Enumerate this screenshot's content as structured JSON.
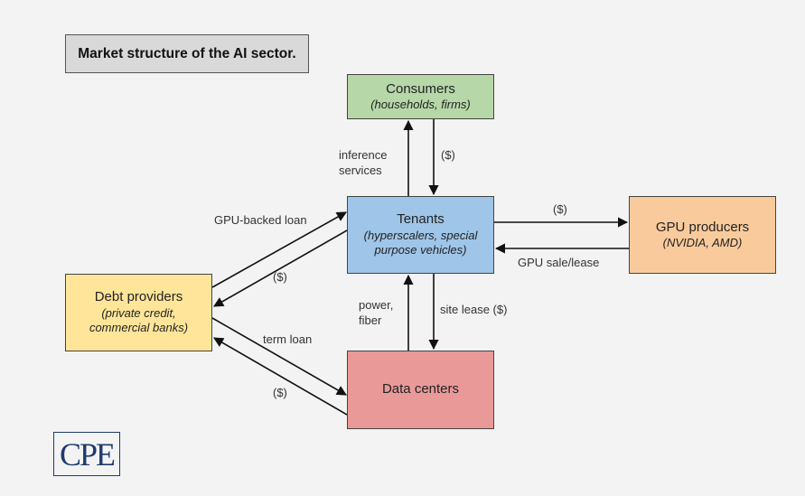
{
  "title": "Market structure of the AI sector.",
  "nodes": {
    "consumers": {
      "name": "Consumers",
      "sub": "(households, firms)"
    },
    "tenants": {
      "name": "Tenants",
      "sub_line1": "(hyperscalers, special",
      "sub_line2": "purpose vehicles)"
    },
    "gpu": {
      "name": "GPU producers",
      "sub": "(NVIDIA, AMD)"
    },
    "debt": {
      "name": "Debt providers",
      "sub_line1": "(private credit,",
      "sub_line2": "commercial banks)"
    },
    "datacenters": {
      "name": "Data centers"
    }
  },
  "edges": {
    "inference_line1": "inference",
    "inference_line2": "services",
    "consumers_pay": "($)",
    "tenants_to_gpu_pay": "($)",
    "gpu_sale_lease": "GPU sale/lease",
    "gpu_backed_loan": "GPU-backed loan",
    "tenants_to_debt_pay": "($)",
    "power_line1": "power,",
    "power_line2": "fiber",
    "site_lease": "site lease ($)",
    "term_loan": "term loan",
    "dc_to_debt_pay": "($)"
  },
  "logo_text": "CPE",
  "colors": {
    "background": "#f3f3f3",
    "consumers": "#b6d7a8",
    "tenants": "#9fc5e8",
    "gpu_producers": "#f9cb9c",
    "debt_providers": "#ffe599",
    "data_centers": "#ea9999",
    "title_box": "#d9d9d9",
    "logo": "#1f3b6e"
  }
}
